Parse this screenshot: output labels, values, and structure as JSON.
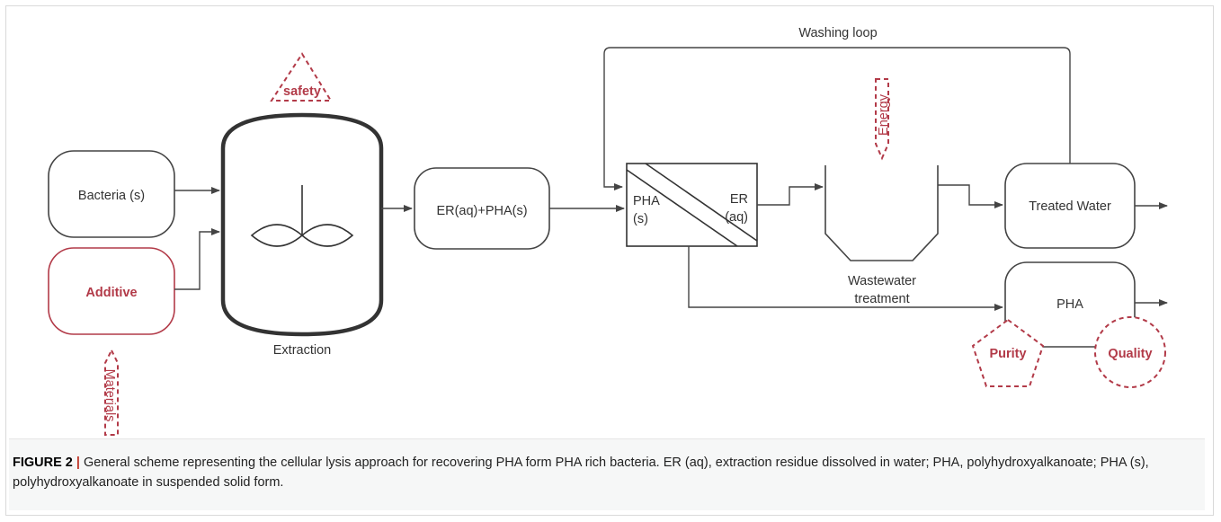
{
  "diagram": {
    "washing_loop_label": "Washing loop",
    "safety_label": "safety",
    "energy_label": "Energy",
    "materials_label": "Materials",
    "bacteria_label": "Bacteria (s)",
    "additive_label": "Additive",
    "extraction_label": "Extraction",
    "er_pha_label": "ER(aq)+PHA(s)",
    "separator_left_line1": "PHA",
    "separator_left_line2": "(s)",
    "separator_right_line1": "ER",
    "separator_right_line2": "(aq)",
    "wastewater_line1": "Wastewater",
    "wastewater_line2": "treatment",
    "treated_water_label": "Treated Water",
    "pha_label": "PHA",
    "purity_label": "Purity",
    "quality_label": "Quality",
    "colors": {
      "accent_red": "#b23a48",
      "line": "#444444"
    }
  },
  "caption": {
    "label": "FIGURE 2",
    "separator": "|",
    "text": "General scheme representing the cellular lysis approach for recovering PHA form PHA rich bacteria. ER (aq), extraction residue dissolved in water; PHA, polyhydroxyalkanoate; PHA (s), polyhydroxyalkanoate in suspended solid form."
  }
}
